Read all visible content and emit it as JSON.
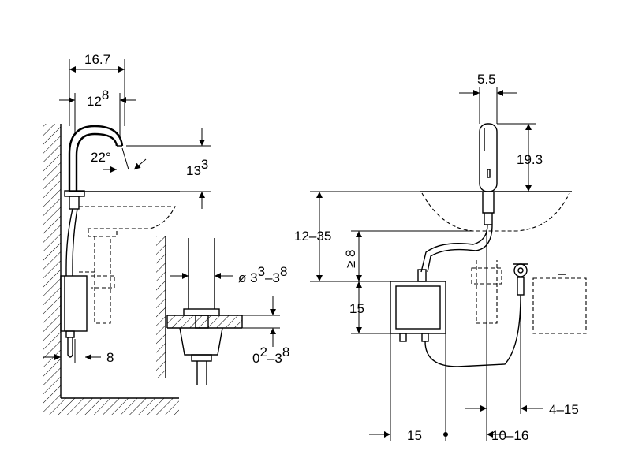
{
  "dimensions": {
    "left": {
      "spout_reach": "16.7",
      "outlet_offset_base": "12",
      "outlet_offset_sup": "8",
      "angle": "22°",
      "outlet_height_base": "13",
      "outlet_height_sup": "3",
      "wall_gap": "8"
    },
    "detail": {
      "hole_diameter_prefix": "ø 3",
      "hole_diameter_sup1": "3",
      "hole_diameter_mid": "–3",
      "hole_diameter_sup2": "8",
      "slab_thickness_base": "0",
      "slab_thickness_sup1": "2",
      "slab_thickness_mid": "–3",
      "slab_thickness_sup2": "8"
    },
    "right": {
      "tap_width": "5.5",
      "tap_height": "19.3",
      "basin_to_box": "12–35",
      "min_clearance": "≥ 8",
      "box_height": "15",
      "box_width": "15",
      "box_offset": "10–16",
      "sensor_offset": "4–15"
    }
  }
}
